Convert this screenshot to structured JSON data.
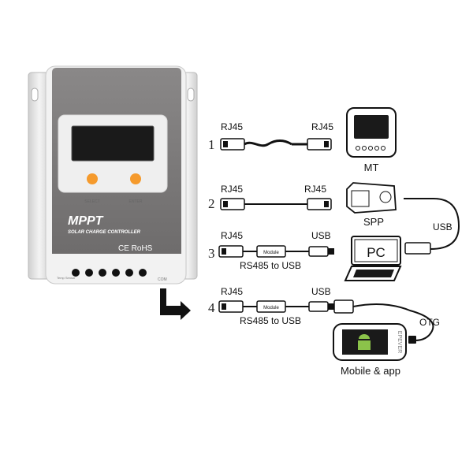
{
  "controller": {
    "brand": "MPPT",
    "subtitle": "SOLAR CHARGE CONTROLLER",
    "certifications": "CE RoHS",
    "buttons": [
      "SELECT",
      "ENTER"
    ],
    "port_label": "COM",
    "terminal_label": "Temp Sensor"
  },
  "connections": [
    {
      "number": "1",
      "left_label": "RJ45",
      "right_label": "RJ45",
      "device": "MT"
    },
    {
      "number": "2",
      "left_label": "RJ45",
      "right_label": "RJ45",
      "device": "SPP",
      "extra_label": "USB"
    },
    {
      "number": "3",
      "left_label": "RJ45",
      "right_label": "USB",
      "module": "Module",
      "caption": "RS485 to USB",
      "device": "PC"
    },
    {
      "number": "4",
      "left_label": "RJ45",
      "right_label": "USB",
      "module": "Module",
      "caption": "RS485 to USB",
      "device": "Mobile & app",
      "extra_label": "OTG"
    }
  ],
  "colors": {
    "panel": "#7a7878",
    "knob": "#f59a2c",
    "screen": "#1a1a1a"
  }
}
